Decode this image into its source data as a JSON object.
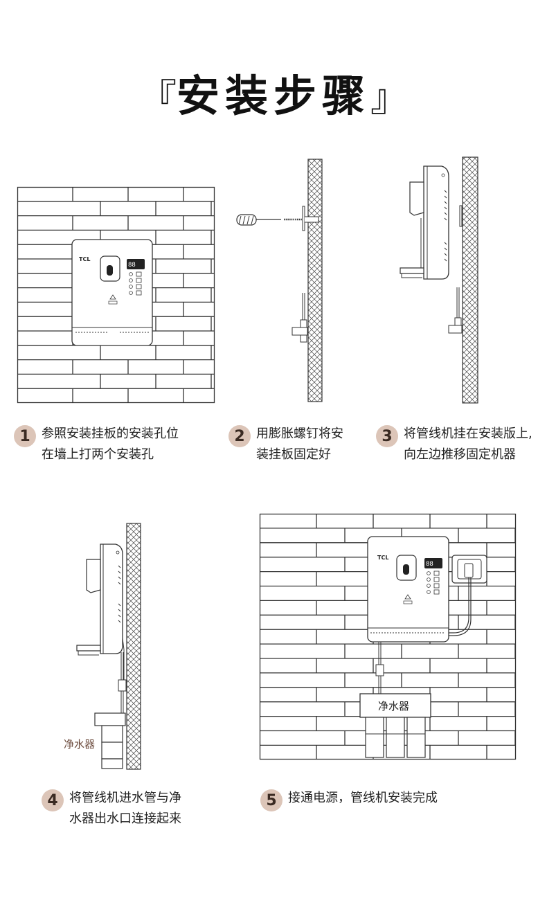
{
  "title": {
    "bracket_open": "『",
    "text": "安装步骤",
    "bracket_close": "』"
  },
  "device": {
    "brand": "TCL"
  },
  "steps": [
    {
      "num": "1",
      "line1": "参照安装挂板的安装孔位",
      "line2": "在墙上打两个安装孔"
    },
    {
      "num": "2",
      "line1": "用膨胀螺钉将安",
      "line2": "装挂板固定好"
    },
    {
      "num": "3",
      "line1": "将管线机挂在安装版上,",
      "line2": "向左边推移固定机器"
    },
    {
      "num": "4",
      "line1": "将管线机进水管与净",
      "line2": "水器出水口连接起来"
    },
    {
      "num": "5",
      "line1": "接通电源，管线机安装完成",
      "line2": ""
    }
  ],
  "labels": {
    "purifier_4": "净水器",
    "purifier_5": "净水器"
  },
  "colors": {
    "badge": "#dcc5b8",
    "line": "#333333",
    "label": "#6b4a3c"
  }
}
